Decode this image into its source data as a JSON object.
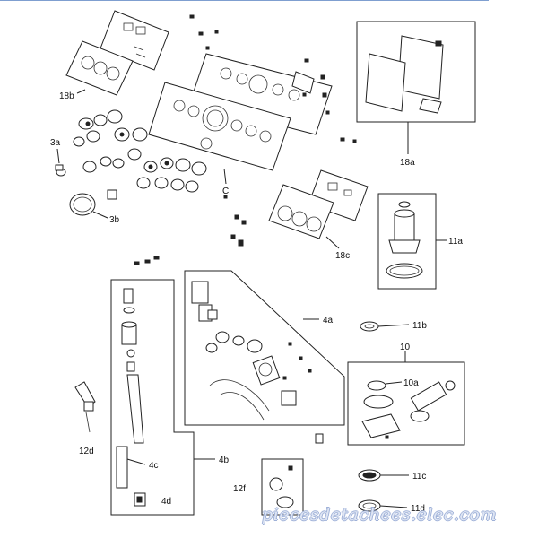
{
  "labels": {
    "l18b": "18b",
    "l3a": "3a",
    "l3b": "3b",
    "lC": "C",
    "l18a": "18a",
    "l18c": "18c",
    "l11a": "11a",
    "l4a": "4a",
    "l11b": "11b",
    "l10": "10",
    "l10a": "10a",
    "l12d": "12d",
    "l4c": "4c",
    "l4b": "4b",
    "l12f": "12f",
    "l4d": "4d",
    "l11c": "11c",
    "l11d": "11d"
  },
  "watermark": "piecesdetachees.elec.com"
}
